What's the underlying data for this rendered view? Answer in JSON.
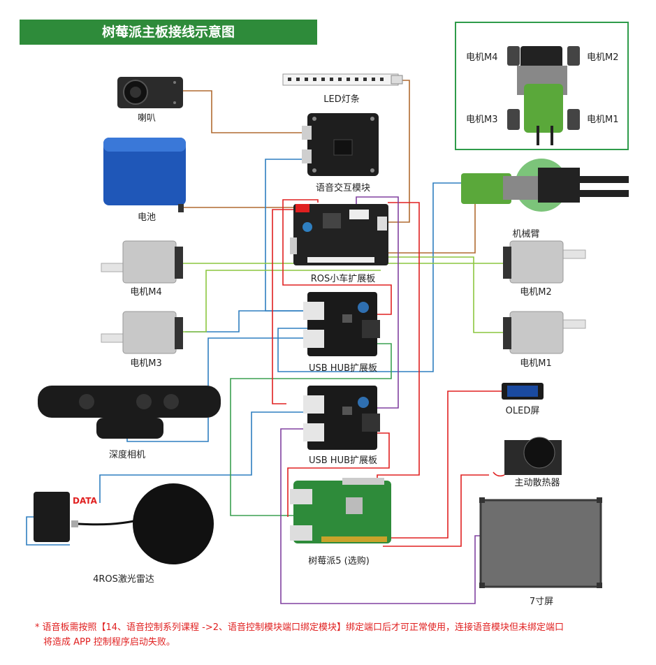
{
  "title": "树莓派主板接线示意图",
  "labels": {
    "speaker": "喇叭",
    "led_strip": "LED灯条",
    "voice_module": "语音交互模块",
    "battery": "电池",
    "ros_board": "ROS小车扩展板",
    "motor_m4_left": "电机M4",
    "motor_m3_left": "电机M3",
    "usb_hub_1": "USB HUB扩展板",
    "usb_hub_2": "USB HUB扩展板",
    "depth_camera": "深度相机",
    "lidar": "4ROS激光雷达",
    "lidar_data": "DATA",
    "raspberry_pi": "树莓派5 (选购)",
    "robot_arm": "机械臂",
    "motor_m2_right": "电机M2",
    "motor_m1_right": "电机M1",
    "oled": "OLED屏",
    "cooler": "主动散热器",
    "screen": "7寸屏",
    "car_m4": "电机M4",
    "car_m2": "电机M2",
    "car_m3": "电机M3",
    "car_m1": "电机M1"
  },
  "note": {
    "line1": "语音板需按照【14、语音控制系列课程 ->2、语音控制模块端口绑定模块】绑定端口后才可正常使用，连接语音模块但未绑定端口",
    "line2": "将造成 APP 控制程序启动失败。"
  },
  "colors": {
    "title_bg": "#2e8b3a",
    "wire_blue": "#2f7fc0",
    "wire_red": "#e02020",
    "wire_green": "#8cc63f",
    "wire_dkgreen": "#3aa050",
    "wire_purple": "#8040a0",
    "wire_brown": "#b06a30"
  }
}
